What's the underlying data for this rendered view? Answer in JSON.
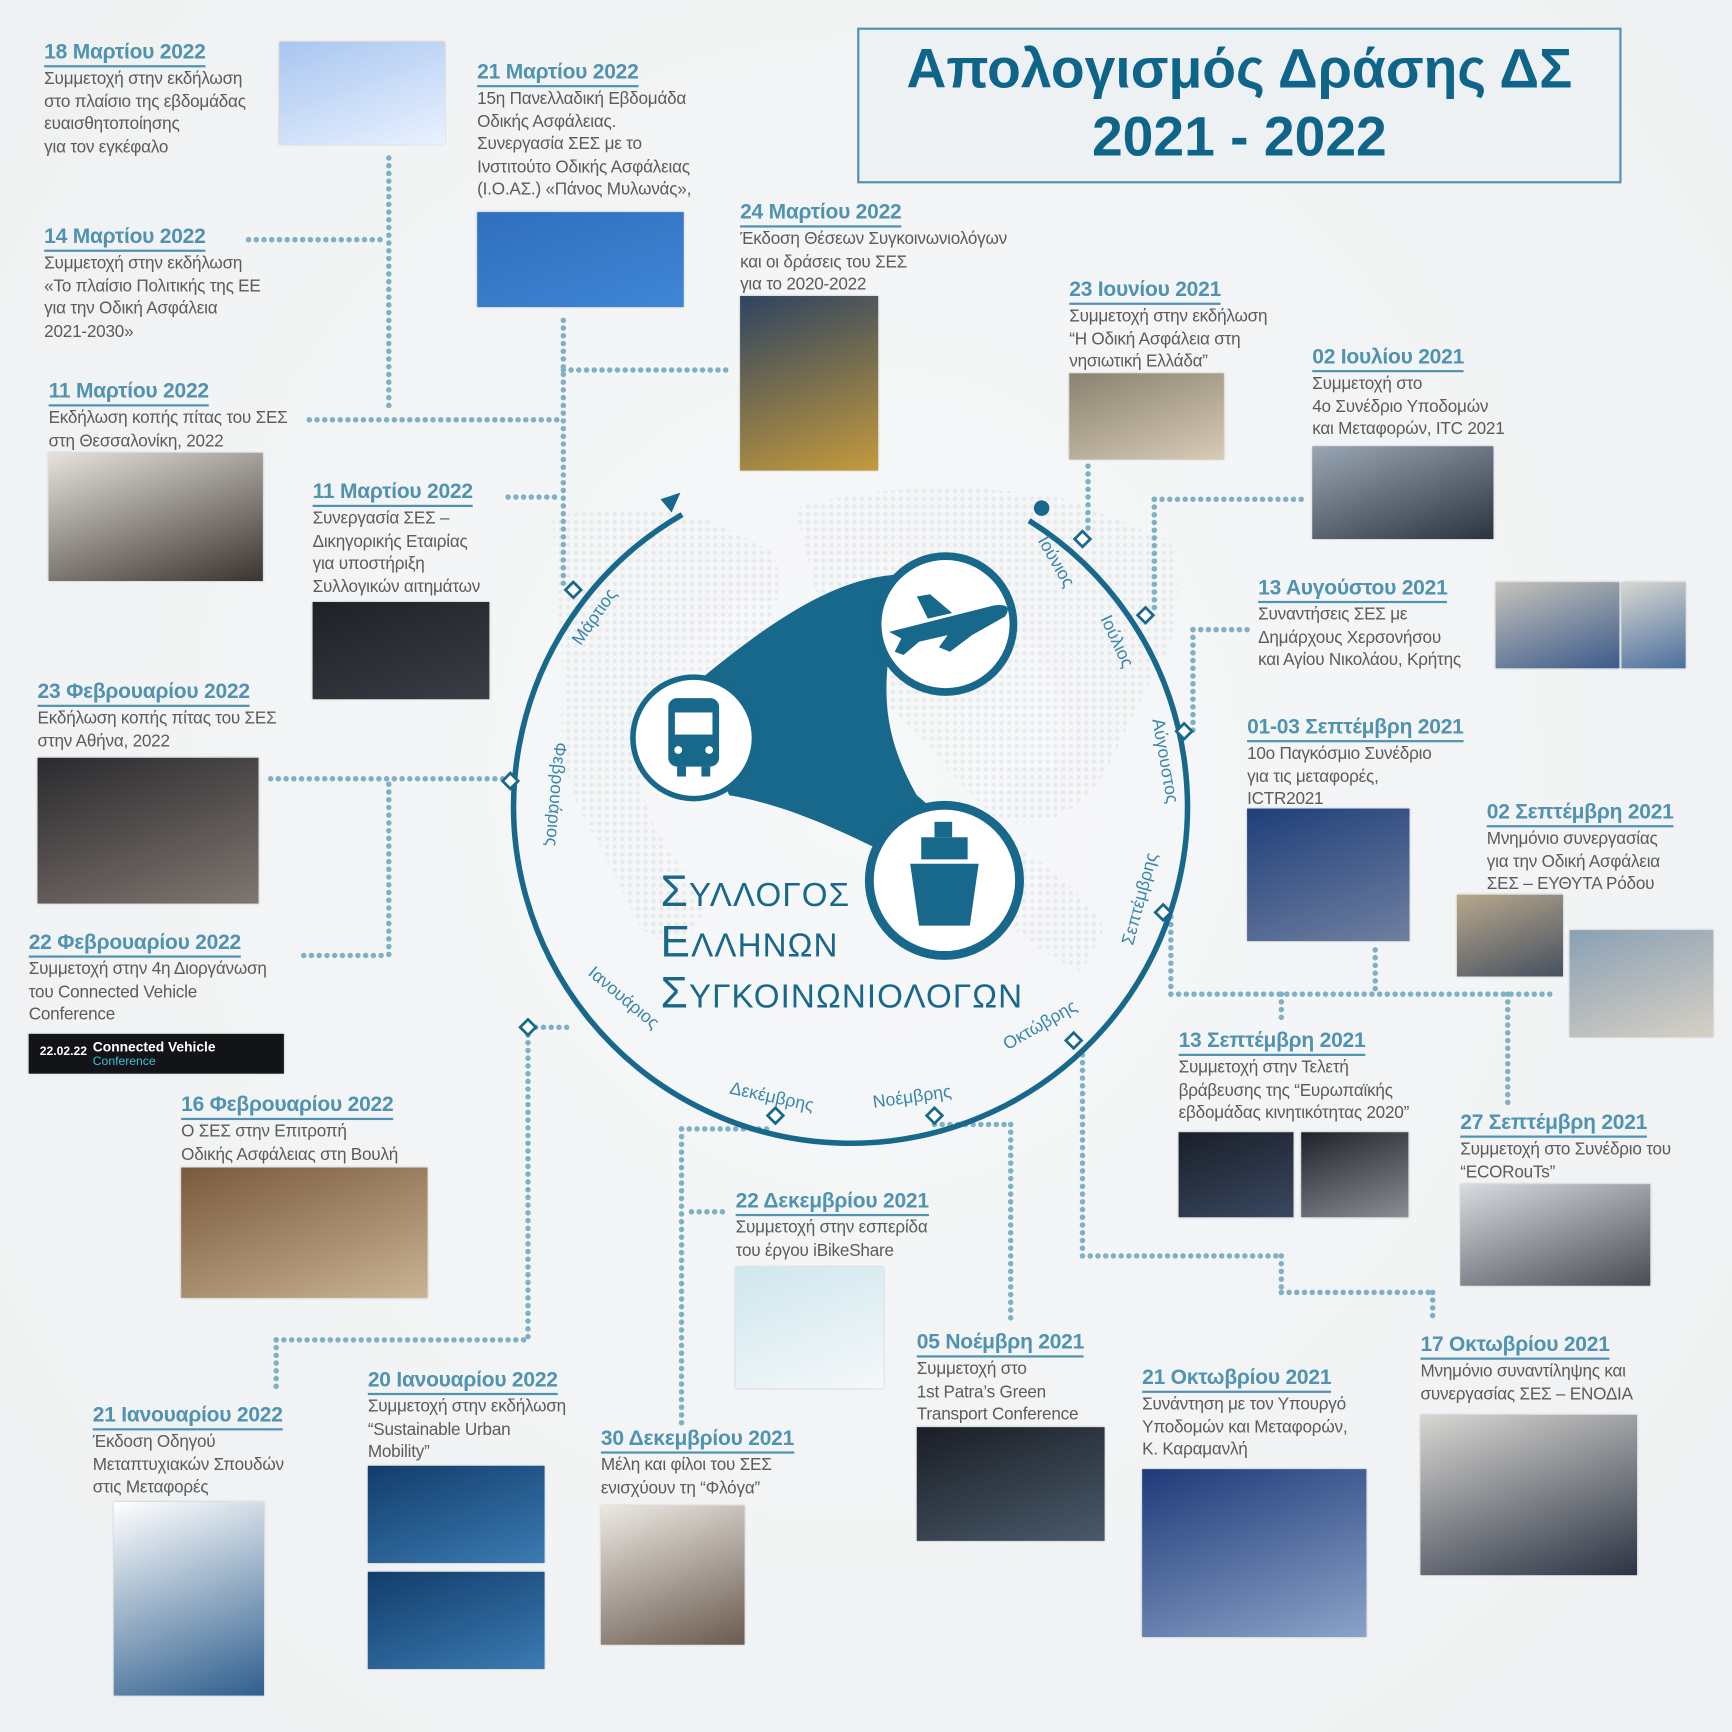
{
  "title": {
    "line1": "Απολογισμός Δράσης ΔΣ",
    "line2": "2021  -  2022"
  },
  "colors": {
    "accent": "#0e6589",
    "date": "#4f93b1",
    "text": "#5b5b5b",
    "connector": "#7fb0c6"
  },
  "logo": {
    "line1_initial": "Σ",
    "line1_rest": "ΥΛΛΟΓΟΣ",
    "line2_initial": "Ε",
    "line2_rest": "ΛΛΗΝΩΝ",
    "line3_initial": "Σ",
    "line3_rest": "ΥΓΚΟΙΝΩΝΙΟΛΟΓΩΝ",
    "icons": [
      "bus-icon",
      "airplane-icon",
      "ship-icon"
    ]
  },
  "months": [
    "Ιούνιος",
    "Ιούλιος",
    "Αύγουστος",
    "Σεπτέμβρης",
    "Οκτώβρης",
    "Νοέμβρης",
    "Δεκέμβρης",
    "Ιανουάριος",
    "Φεβρουάριος",
    "Μάρτιος"
  ],
  "entries": [
    {
      "date": "18 Μαρτίου 2022",
      "lines": [
        "Συμμετοχή στην εκδήλωση",
        "στο πλαίσιο της εβδομάδας",
        "ευαισθητοποίησης",
        "για τον εγκέφαλο"
      ]
    },
    {
      "date": "21 Μαρτίου 2022",
      "lines": [
        "15η Πανελλαδική Εβδομάδα",
        "Οδικής Ασφάλειας.",
        "Συνεργασία ΣΕΣ με το",
        "Ινστιτούτο Οδικής Ασφάλειας",
        "(Ι.Ο.ΑΣ.) «Πάνος Μυλωνάς»,"
      ]
    },
    {
      "date": "24 Μαρτίου 2022",
      "lines": [
        "Έκδοση Θέσεων Συγκοινωνιολόγων",
        "και οι δράσεις του ΣΕΣ",
        "για το 2020-2022"
      ]
    },
    {
      "date": "14 Μαρτίου 2022",
      "lines": [
        "Συμμετοχή στην εκδήλωση",
        "«Το πλαίσιο Πολιτικής της ΕΕ",
        "για την Οδική Ασφάλεια",
        "2021-2030»"
      ]
    },
    {
      "date": "11 Μαρτίου 2022",
      "lines": [
        "Εκδήλωση κοπής πίτας του ΣΕΣ",
        "στη Θεσσαλονίκη, 2022"
      ]
    },
    {
      "date": "11 Μαρτίου 2022",
      "lines": [
        "Συνεργασία ΣΕΣ –",
        "Δικηγορικής Εταιρίας",
        "για υποστήριξη",
        "Συλλογικών αιτημάτων"
      ]
    },
    {
      "date": "23 Ιουνίου 2021",
      "lines": [
        "Συμμετοχή στην εκδήλωση",
        "“Η Οδική Ασφάλεια στη",
        "νησιωτική Ελλάδα”"
      ]
    },
    {
      "date": "02 Ιουλίου 2021",
      "lines": [
        "Συμμετοχή στο",
        "4ο Συνέδριο Υποδομών",
        "και Μεταφορών, ITC 2021"
      ]
    },
    {
      "date": "13 Αυγούστου 2021",
      "lines": [
        "Συναντήσεις ΣΕΣ με",
        "Δημάρχους Χερσονήσου",
        "και Αγίου Νικολάου, Κρήτης"
      ]
    },
    {
      "date": "01-03 Σεπτέμβρη 2021",
      "lines": [
        "10ο Παγκόσμιο Συνέδριο",
        "για τις μεταφορές,",
        "ICTR2021"
      ]
    },
    {
      "date": "02 Σεπτέμβρη 2021",
      "lines": [
        "Μνημόνιο συνεργασίας",
        "για την Οδική Ασφάλεια",
        "ΣΕΣ – ΕΥΘΥΤΑ Ρόδου"
      ]
    },
    {
      "date": "23 Φεβρουαρίου 2022",
      "lines": [
        "Εκδήλωση κοπής πίτας του ΣΕΣ",
        "στην Αθήνα, 2022"
      ]
    },
    {
      "date": "22 Φεβρουαρίου 2022",
      "lines": [
        "Συμμετοχή στην 4η Διοργάνωση",
        "του Connected Vehicle",
        "Conference"
      ]
    },
    {
      "date": "16 Φεβρουαρίου 2022",
      "lines": [
        "Ο ΣΕΣ στην Επιτροπή",
        "Οδικής Ασφάλειας στη Βουλή"
      ]
    },
    {
      "date": "13 Σεπτέμβρη 2021",
      "lines": [
        "Συμμετοχή στην Τελετή",
        "βράβευσης της “Ευρωπαϊκής",
        "εβδομάδας κινητικότητας 2020”"
      ]
    },
    {
      "date": "27 Σεπτέμβρη 2021",
      "lines": [
        "Συμμετοχή στο Συνέδριο του",
        "“ECORouTs”"
      ]
    },
    {
      "date": "22 Δεκεμβρίου 2021",
      "lines": [
        "Συμμετοχή στην εσπερίδα",
        "του έργου iBikeShare"
      ]
    },
    {
      "date": "05 Νοέμβρη 2021",
      "lines": [
        "Συμμετοχή στο",
        "1st Patra’s Green",
        "Transport Conference"
      ]
    },
    {
      "date": "21 Οκτωβρίου 2021",
      "lines": [
        "Συνάντηση με τον Υπουργό",
        "Υποδομών και Μεταφορών,",
        "Κ. Καραμανλή"
      ]
    },
    {
      "date": "17 Οκτωβρίου 2021",
      "lines": [
        "Μνημόνιο συναντίληψης και",
        "συνεργασίας ΣΕΣ – ΕΝΟΔΙΑ"
      ]
    },
    {
      "date": "21 Ιανουαρίου 2022",
      "lines": [
        "Έκδοση Οδηγού",
        "Μεταπτυχιακών Σπουδών",
        "στις Μεταφορές"
      ]
    },
    {
      "date": "20 Ιανουαρίου 2022",
      "lines": [
        "Συμμετοχή στην εκδήλωση",
        "“Sustainable Urban",
        "Mobility”"
      ]
    },
    {
      "date": "30 Δεκεμβρίου 2021",
      "lines": [
        "Μέλη και φίλοι του ΣΕΣ",
        "ενισχύουν τη “Φλόγα”"
      ]
    }
  ],
  "banner": {
    "date": "22.02.22",
    "title": "Connected Vehicle",
    "subtitle": "Conference"
  }
}
